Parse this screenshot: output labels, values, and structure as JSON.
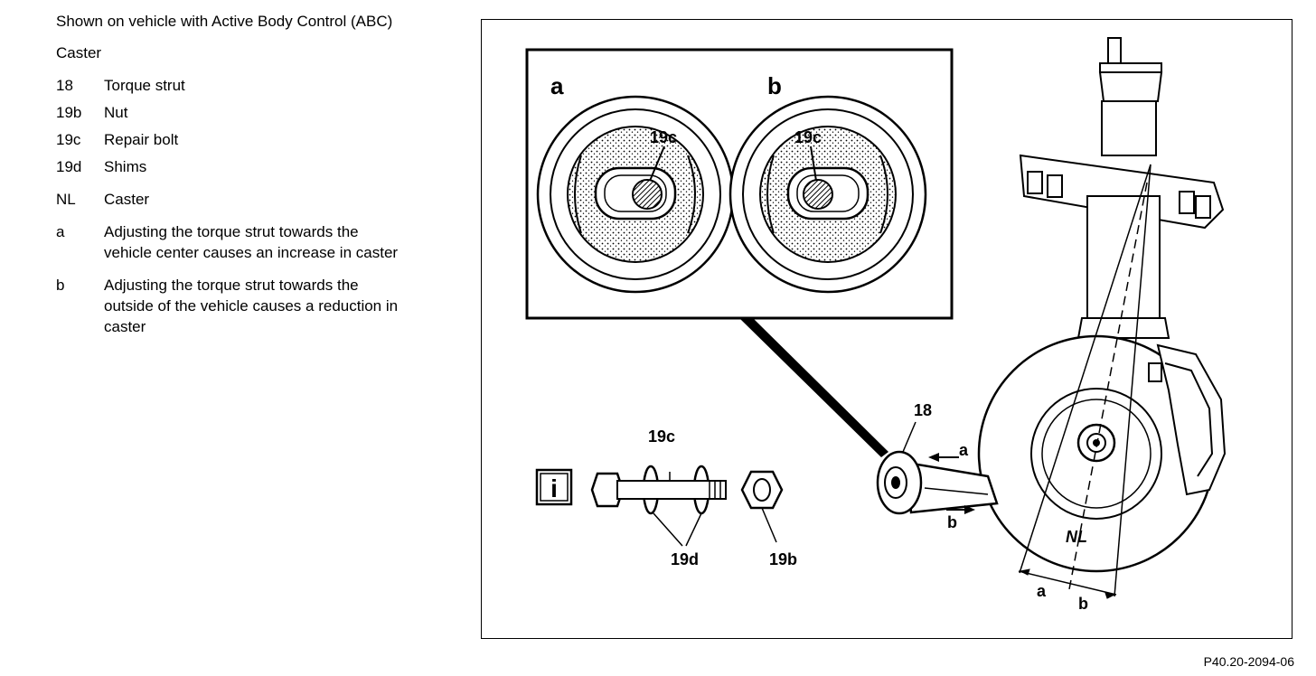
{
  "legend": {
    "heading": "Shown on vehicle with Active Body Control (ABC)",
    "subheading": "Caster",
    "items": [
      {
        "code": "18",
        "text": "Torque strut"
      },
      {
        "code": "19b",
        "text": "Nut"
      },
      {
        "code": "19c",
        "text": "Repair bolt"
      },
      {
        "code": "19d",
        "text": "Shims"
      },
      {
        "code": "NL",
        "text": "Caster"
      },
      {
        "code": "a",
        "text": "Adjusting the torque strut towards the vehicle center causes an increase in caster"
      },
      {
        "code": "b",
        "text": "Adjusting the torque strut towards the outside of the vehicle causes a reduction in caster"
      }
    ]
  },
  "diagram": {
    "inset_label_a": "a",
    "inset_label_b": "b",
    "bolt_label_a": "19c",
    "bolt_label_b": "19c",
    "info_icon": "i",
    "label_19c": "19c",
    "label_19d": "19d",
    "label_19b": "19b",
    "label_18": "18",
    "arrow_a": "a",
    "arrow_b": "b",
    "label_NL": "NL",
    "dim_a": "a",
    "dim_b": "b"
  },
  "figure_ref": "P40.20-2094-06"
}
